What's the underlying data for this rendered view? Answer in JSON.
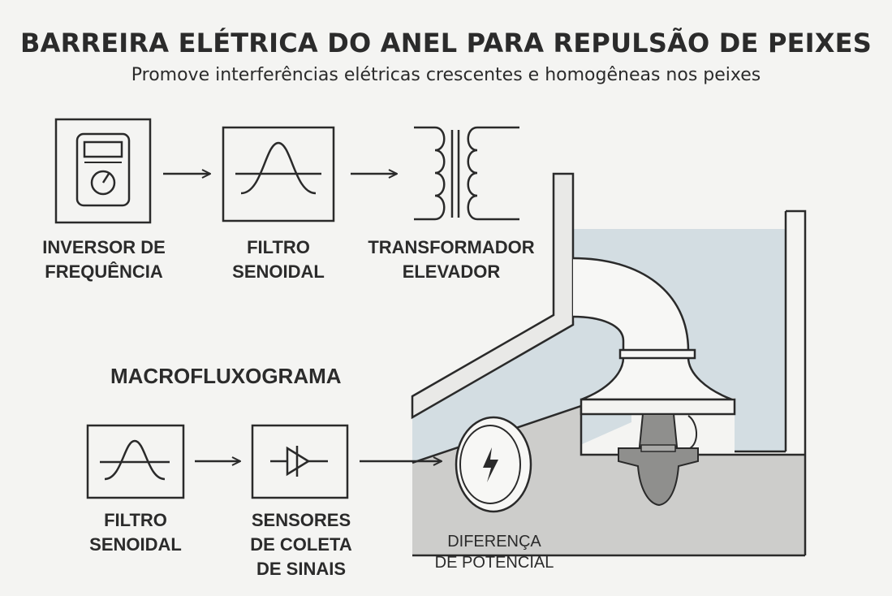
{
  "title": "BARREIRA ELÉTRICA DO ANEL PARA REPULSÃO DE PEIXES",
  "subtitle": "Promove interferências elétricas crescentes e homogêneas nos peixes",
  "top_row": {
    "inversor": "INVERSOR DE\nFREQUÊNCIA",
    "filtro": "FILTRO\nSENOIDAL",
    "transformador": "TRANSFORMADOR\nELEVADOR"
  },
  "section_title": "MACROFLUXOGRAMA",
  "bottom_row": {
    "filtro": "FILTRO\nSENOIDAL",
    "sensores": "SENSORES\nDE COLETA\nDE SINAIS",
    "diferenca": "DIFERENÇA\nDE POTENCIAL"
  },
  "colors": {
    "line": "#2a2a2a",
    "water": "#d3dde2",
    "ground": "#cdcdcb",
    "metal": "#8f8f8d"
  },
  "icons": [
    "frequency-inverter-icon",
    "sine-filter-icon",
    "transformer-icon",
    "sine-filter-icon",
    "amplifier-icon",
    "lightning-icon"
  ]
}
